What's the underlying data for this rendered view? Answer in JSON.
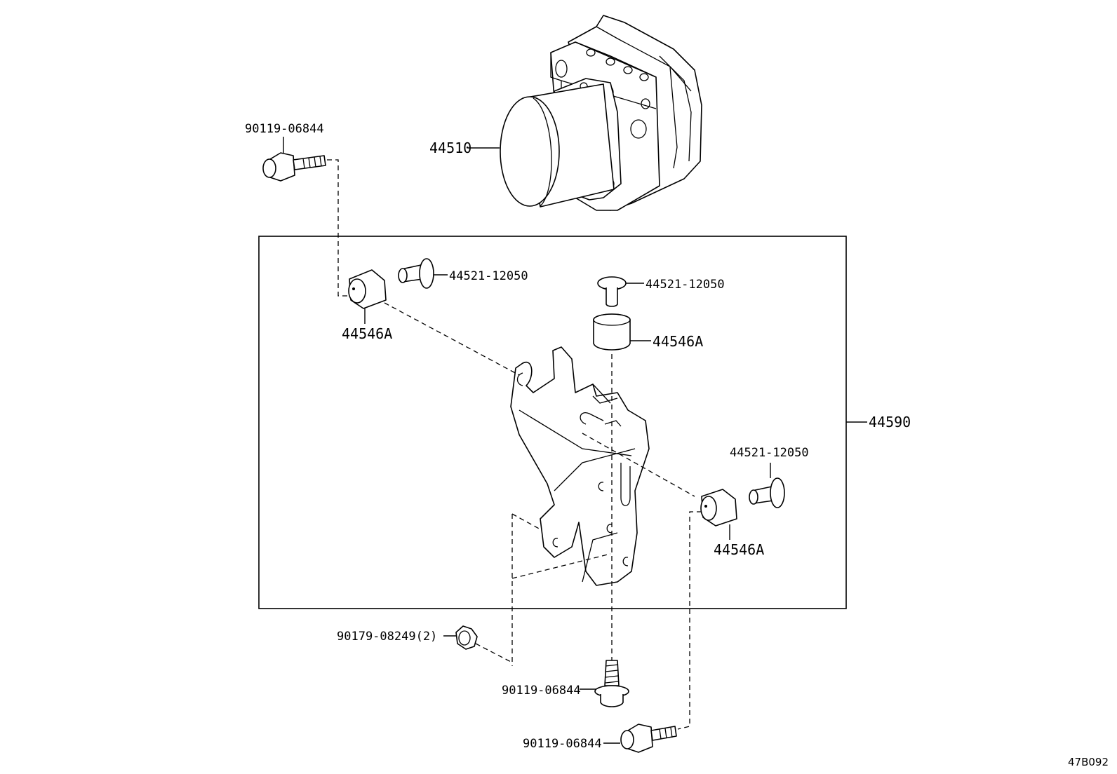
{
  "diagram": {
    "ref_code": "47B092",
    "labels": {
      "abs_actuator": "44510",
      "bracket_assy": "44590",
      "bolt_top_left": "90119-06844",
      "bolt_bottom_center": "90119-06844",
      "bolt_bottom": "90119-06844",
      "nut": "90179-08249(2)",
      "collar_top_left": "44521-12050",
      "collar_top_center": "44521-12050",
      "collar_right": "44521-12050",
      "cushion_left": "44546A",
      "cushion_center": "44546A",
      "cushion_right": "44546A"
    }
  }
}
